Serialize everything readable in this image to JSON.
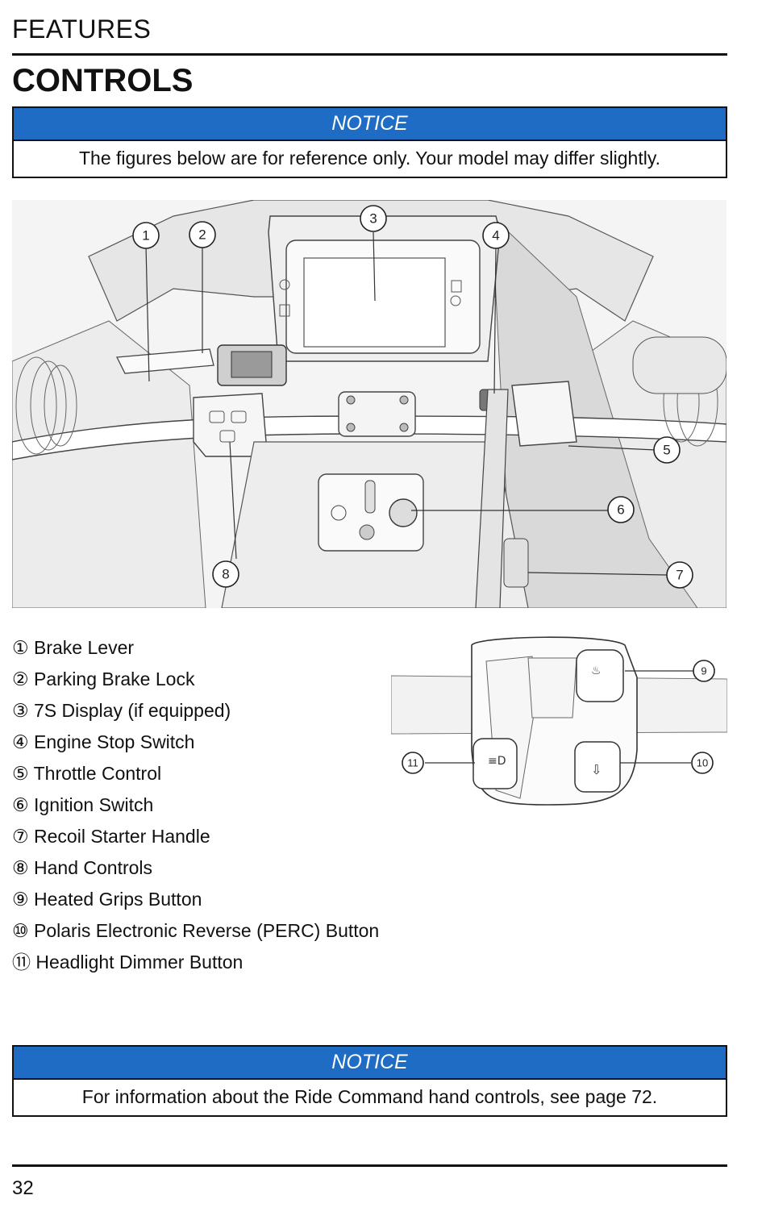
{
  "header": {
    "section": "FEATURES",
    "title": "CONTROLS"
  },
  "notice_top": {
    "heading": "NOTICE",
    "text": "The figures below are for reference only. Your model may differ slightly."
  },
  "figure_main": {
    "callouts": [
      "1",
      "2",
      "3",
      "4",
      "5",
      "6",
      "7",
      "8"
    ]
  },
  "figure_hand": {
    "callouts": [
      "9",
      "10",
      "11"
    ]
  },
  "items": [
    {
      "num": "①",
      "label": "Brake Lever"
    },
    {
      "num": "②",
      "label": "Parking Brake Lock"
    },
    {
      "num": "③",
      "label": "7S Display (if equipped)"
    },
    {
      "num": "④",
      "label": "Engine Stop Switch"
    },
    {
      "num": "⑤",
      "label": "Throttle Control"
    },
    {
      "num": "⑥",
      "label": "Ignition Switch"
    },
    {
      "num": "⑦",
      "label": "Recoil Starter Handle"
    },
    {
      "num": "⑧",
      "label": "Hand Controls"
    },
    {
      "num": "⑨",
      "label": "Heated Grips Button"
    },
    {
      "num": "⑩",
      "label": "Polaris Electronic Reverse (PERC) Button"
    },
    {
      "num": "⑪",
      "label": "Headlight Dimmer Button"
    }
  ],
  "notice_bottom": {
    "heading": "NOTICE",
    "text": "For information about the Ride Command hand controls, see page 72."
  },
  "footer": {
    "page": "32"
  }
}
